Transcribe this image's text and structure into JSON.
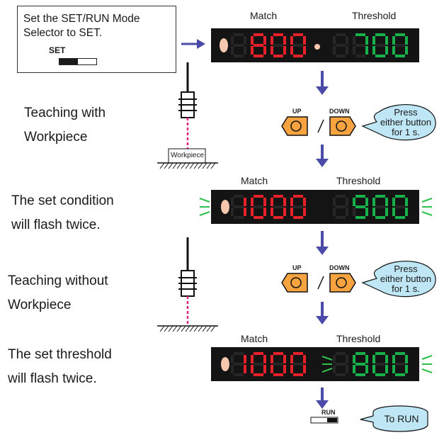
{
  "instruction": {
    "line1": "Set the SET/RUN Mode",
    "line2": "Selector to SET.",
    "switch_label": "SET"
  },
  "left_labels": {
    "teach_with_1": "Teaching with",
    "teach_with_2": "Workpiece",
    "flash_cond_1": "The set condition",
    "flash_cond_2": "will flash twice.",
    "teach_without_1": "Teaching without",
    "teach_without_2": "Workpiece",
    "flash_thr_1": "The set threshold",
    "flash_thr_2": "will flash twice."
  },
  "workpiece_label": "Workpiece",
  "displays": [
    {
      "match_label": "Match",
      "threshold_label": "Threshold",
      "match_value": "800",
      "threshold_value": "700"
    },
    {
      "match_label": "Match",
      "threshold_label": "Threshold",
      "match_value": "1000",
      "threshold_value": "900"
    },
    {
      "match_label": "Match",
      "threshold_label": "Threshold",
      "match_value": "1000",
      "threshold_value": "800"
    }
  ],
  "buttons": {
    "up_label": "UP",
    "down_label": "DOWN",
    "separator": "/"
  },
  "press_bubble": {
    "line1": "Press",
    "line2": "either button",
    "line3": "for 1 s."
  },
  "run": {
    "switch_label": "RUN",
    "bubble_text": "To RUN"
  },
  "colors": {
    "match_digits": "#e8202a",
    "threshold_digits": "#17b04a",
    "arrow": "#4a4aa8",
    "button_fill": "#f7a340",
    "bubble_fill": "#bfe6f5",
    "panel_bg": "#141414",
    "flash_marks": "#2cc04a",
    "dashed_line": "#e0207a"
  }
}
